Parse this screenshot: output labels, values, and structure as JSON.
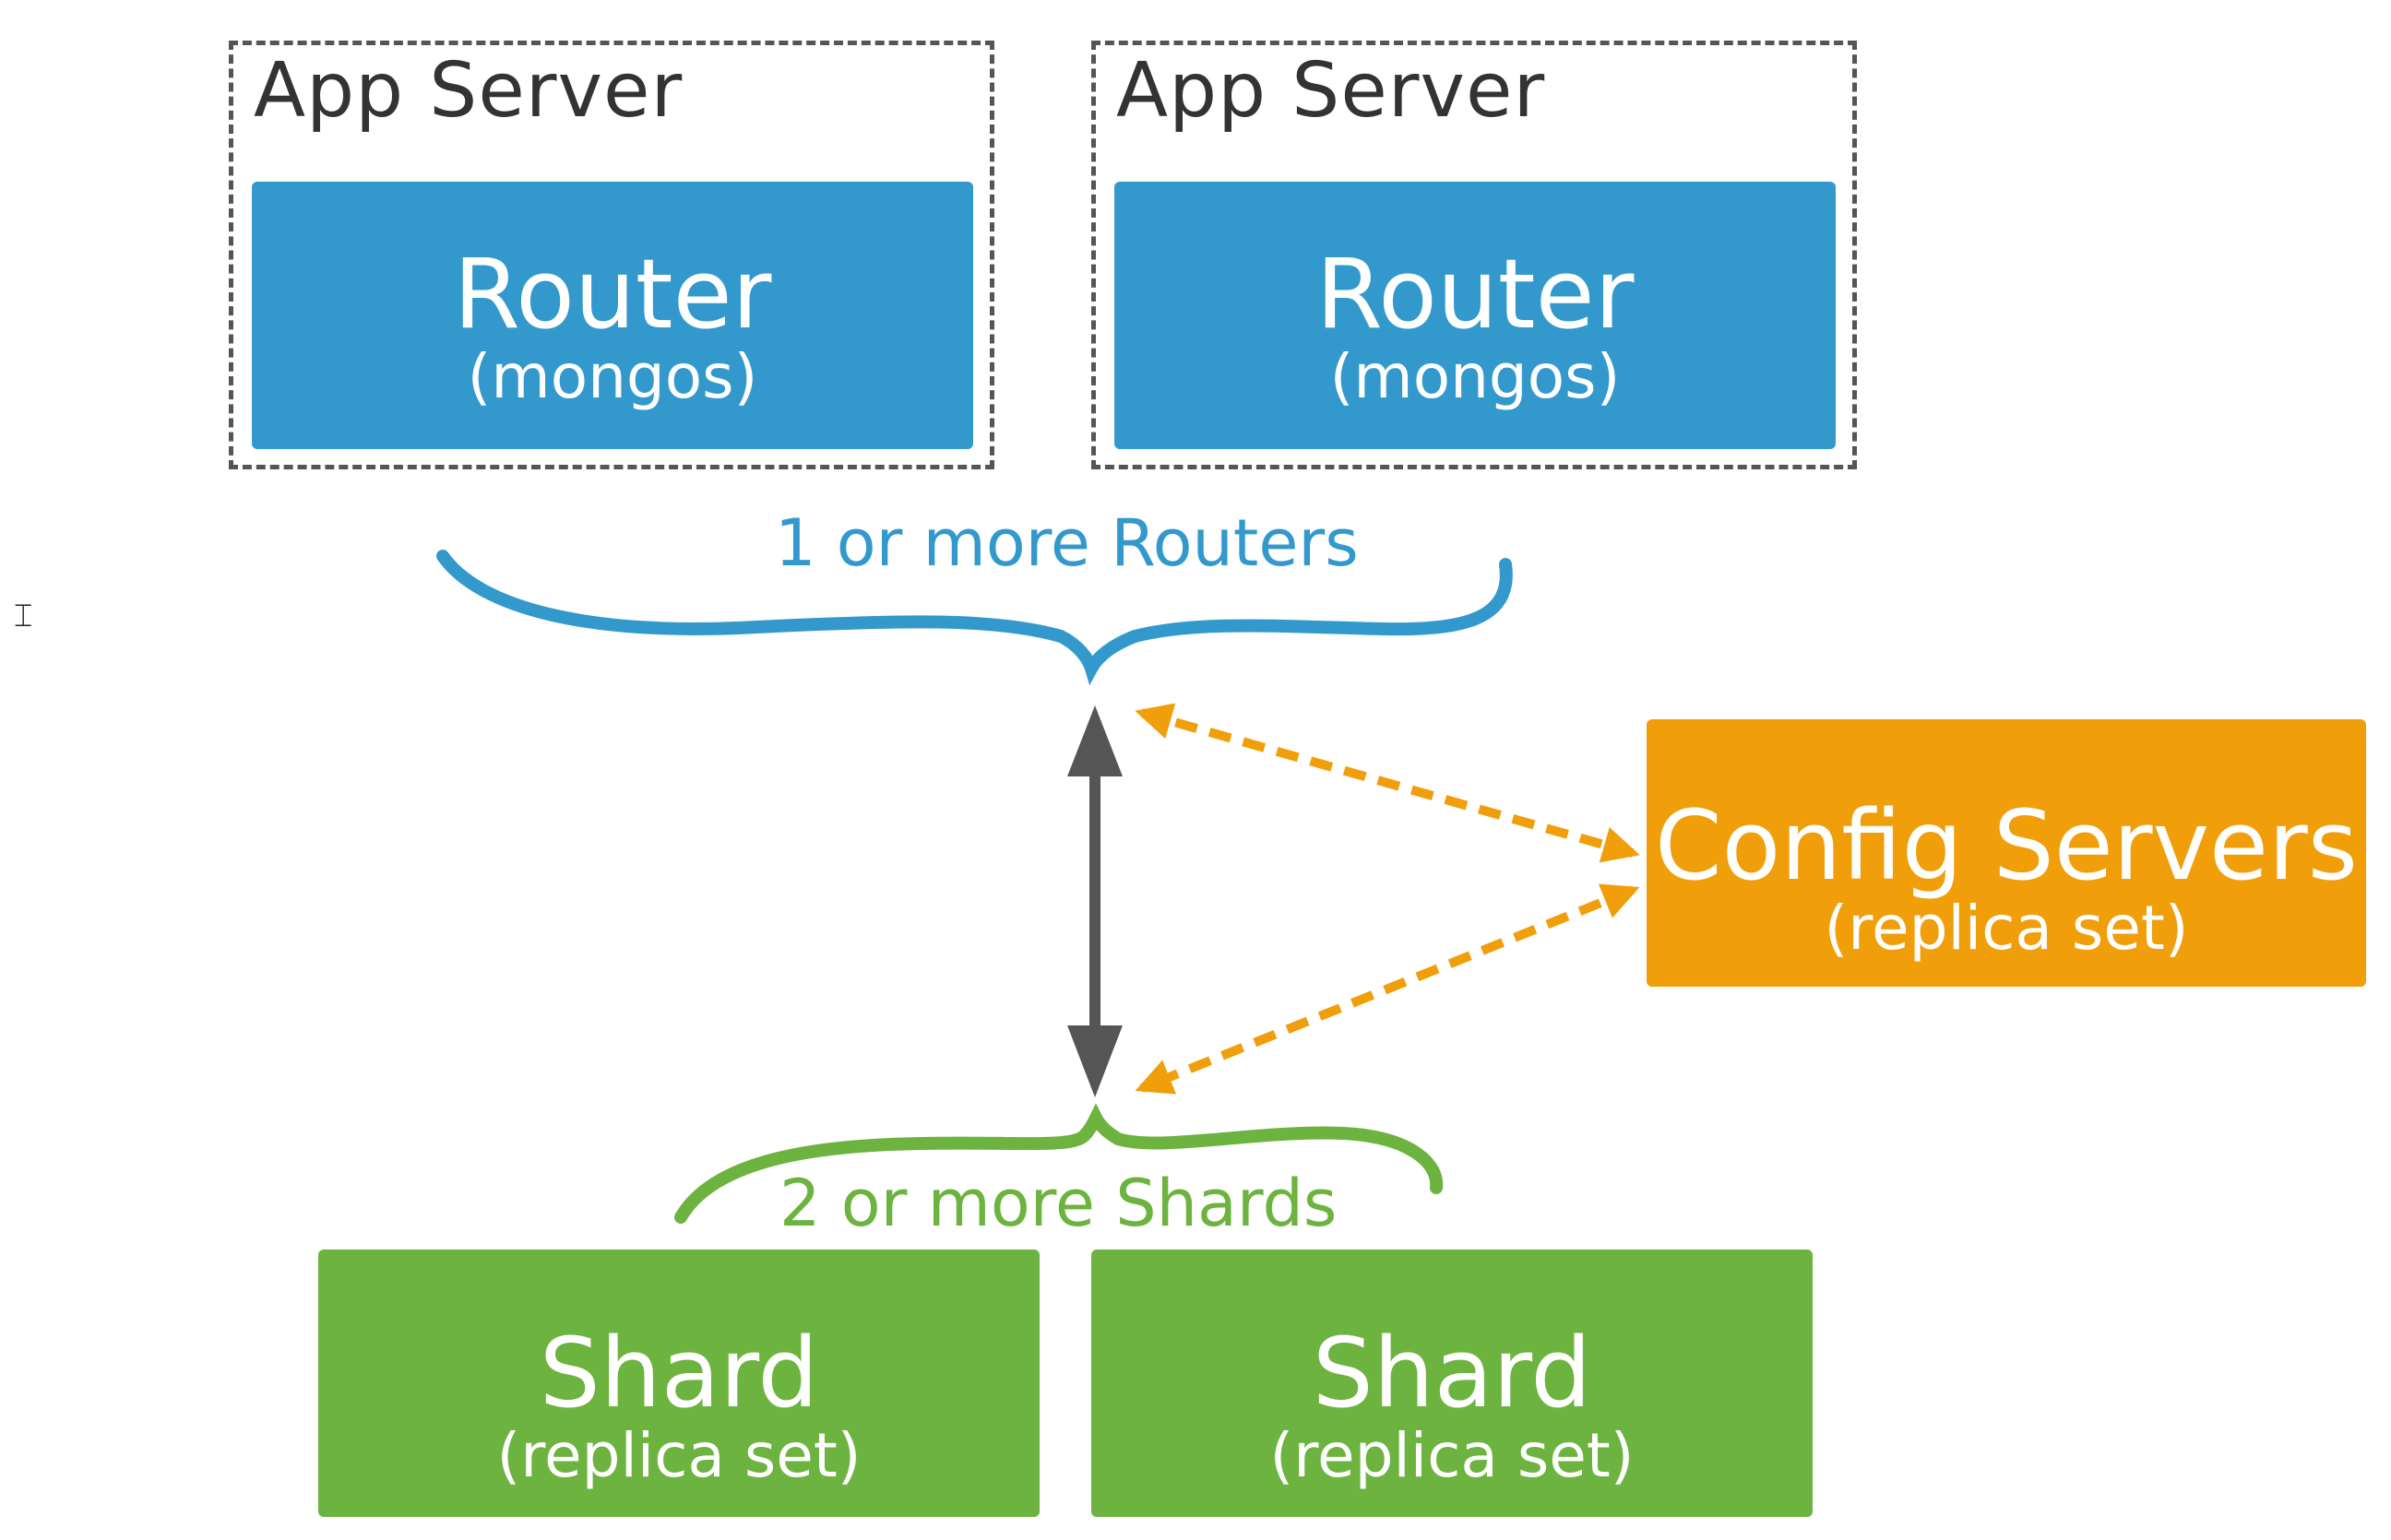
{
  "app_servers": [
    {
      "label": "App Server"
    },
    {
      "label": "App Server"
    }
  ],
  "routers": [
    {
      "title": "Router",
      "subtitle": "(mongos)"
    },
    {
      "title": "Router",
      "subtitle": "(mongos)"
    }
  ],
  "routers_caption": "1 or more Routers",
  "config_servers": {
    "title": "Config Servers",
    "subtitle": "(replica set)"
  },
  "shards_caption": "2 or more Shards",
  "shards": [
    {
      "title": "Shard",
      "subtitle": "(replica set)"
    },
    {
      "title": "Shard",
      "subtitle": "(replica set)"
    }
  ],
  "colors": {
    "router": "#3399cc",
    "config": "#f09e0a",
    "shard": "#6db33f",
    "connector": "#555555"
  },
  "cursor_icon": "text-cursor-icon"
}
